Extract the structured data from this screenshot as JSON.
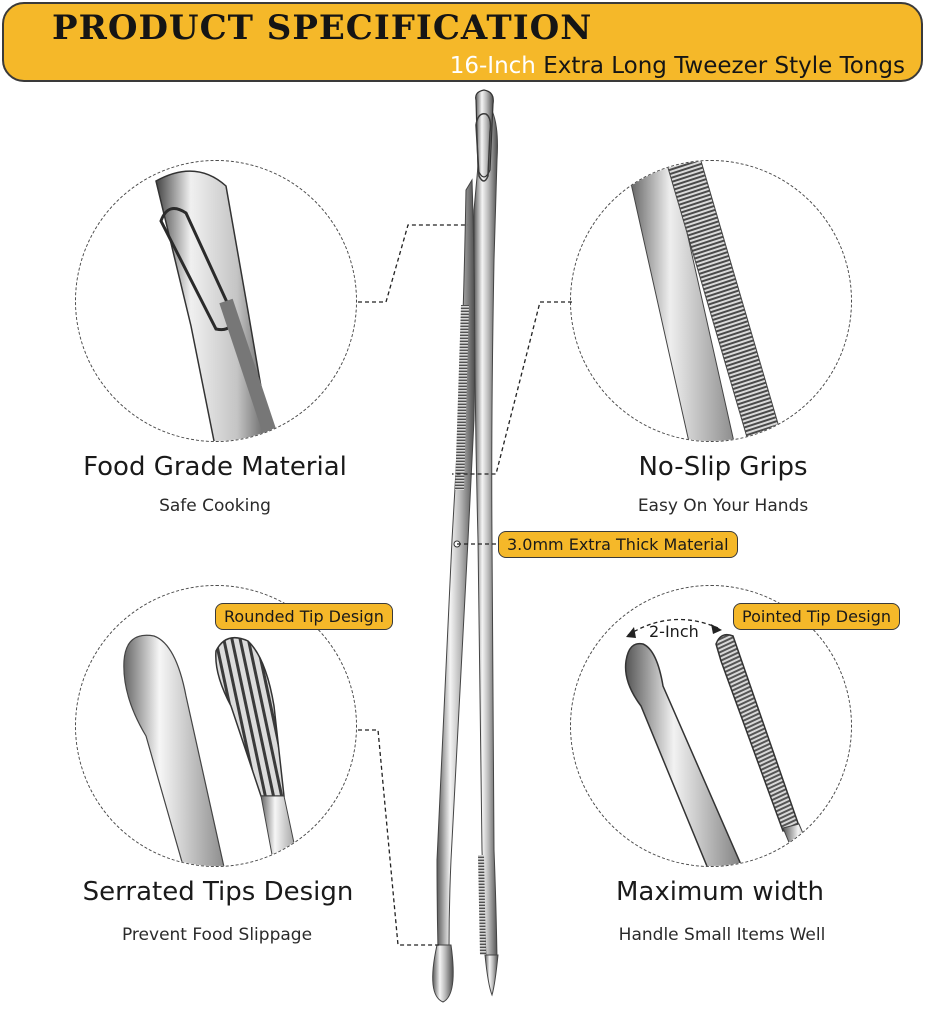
{
  "header": {
    "title": "PRODUCT SPECIFICATION",
    "subtitle_highlight": "16-Inch",
    "subtitle_rest": " Extra Long Tweezer Style Tongs"
  },
  "features": [
    {
      "title": "Food Grade Material",
      "subtitle": "Safe Cooking"
    },
    {
      "title": "No-Slip Grips",
      "subtitle": "Easy On Your Hands"
    },
    {
      "title": "Serrated Tips Design",
      "subtitle": "Prevent Food Slippage"
    },
    {
      "title": "Maximum width",
      "subtitle": "Handle Small Items Well"
    }
  ],
  "callouts": {
    "thickness": "3.0mm Extra Thick Material",
    "rounded_tip": "Rounded Tip Design",
    "pointed_tip": "Pointed Tip Design",
    "width": "2-Inch"
  },
  "colors": {
    "accent": "#f5b829",
    "text": "#1a1a1a",
    "highlight": "#ffffff"
  }
}
